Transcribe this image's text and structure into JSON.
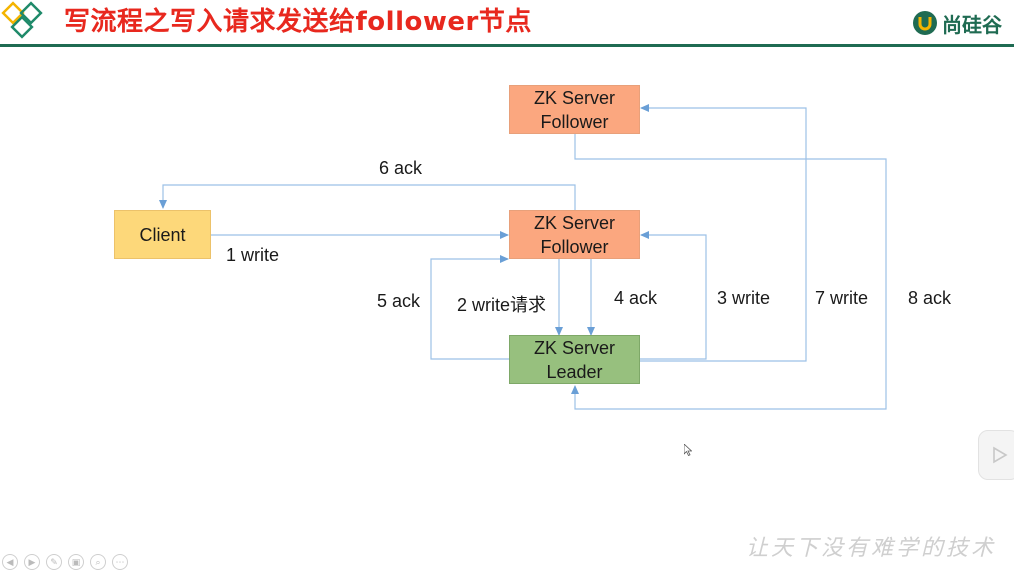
{
  "header": {
    "title": "写流程之写入请求发送给follower节点",
    "brand": "尚硅谷"
  },
  "nodes": {
    "follower_top": {
      "line1": "ZK Server",
      "line2": "Follower"
    },
    "follower_mid": {
      "line1": "ZK Server",
      "line2": "Follower"
    },
    "leader": {
      "line1": "ZK Server",
      "line2": "Leader"
    },
    "client": {
      "label": "Client"
    }
  },
  "edges": {
    "e1": "1 write",
    "e2": "2 write请求",
    "e3": "3 write",
    "e4": "4 ack",
    "e5": "5 ack",
    "e6": "6 ack",
    "e7": "7 write",
    "e8": "8 ack"
  },
  "footer": {
    "watermark": "让天下没有难学的技术"
  },
  "colors": {
    "title": "#e8281e",
    "header_rule": "#1f6b52",
    "follower_fill": "#fba77f",
    "leader_fill": "#97c07e",
    "client_fill": "#fdd87a",
    "wire": "#6a9fd6"
  },
  "icons": [
    "logo-diamonds-icon",
    "brand-u-icon",
    "play-icon",
    "cursor-icon"
  ]
}
